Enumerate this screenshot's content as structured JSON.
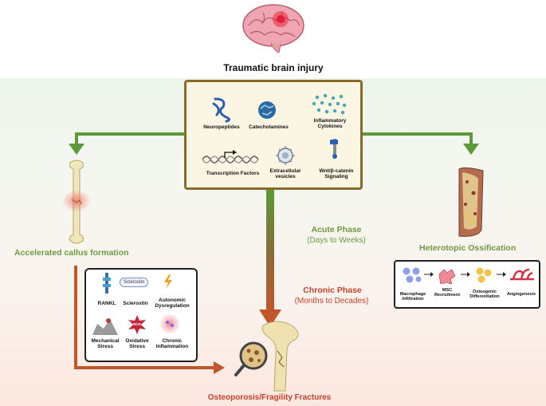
{
  "top": {
    "title": "Traumatic brain injury"
  },
  "center_box": {
    "items": [
      {
        "label": "Neuropeptides",
        "icon": "neuropeptide-icon"
      },
      {
        "label": "Catecholamines",
        "icon": "catecholamine-icon"
      },
      {
        "label": "Inflammatory\nCytokines",
        "icon": "cytokine-icon"
      },
      {
        "label": "Transcription Factors",
        "icon": "dna-icon"
      },
      {
        "label": "Extracellular\nvesicles",
        "icon": "vesicle-icon"
      },
      {
        "label": "Wnt/β-catenin\nSignaling",
        "icon": "receptor-icon"
      }
    ]
  },
  "left": {
    "title": "Accelerated callus formation"
  },
  "right": {
    "title": "Heterotopic Ossification"
  },
  "middle": {
    "acute_title": "Acute Phase",
    "acute_sub": "(Days to Weeks)",
    "chronic_title": "Chronic Phase",
    "chronic_sub": "(Months to Decades)"
  },
  "risk_box": {
    "sclerostin_pill": "Sclerostin",
    "ros": "ROS",
    "items": [
      "RANKL",
      "Sclerostin",
      "Autonomic\nDysregulation",
      "Mechanical\nStress",
      "Oxidative\nStress",
      "Chronic\nInflammation"
    ]
  },
  "ho_box": {
    "steps": [
      "Macrophage\nInfiltration",
      "MSC\nRecruitment",
      "Osteogenic\nDifferentiation",
      "Angiogenesis"
    ]
  },
  "bottom": {
    "title": "Osteoporosis/Fragility Fractures"
  },
  "colors": {
    "green": "#6b9a45",
    "red": "#c0422b",
    "gold": "#8a6a2a"
  }
}
